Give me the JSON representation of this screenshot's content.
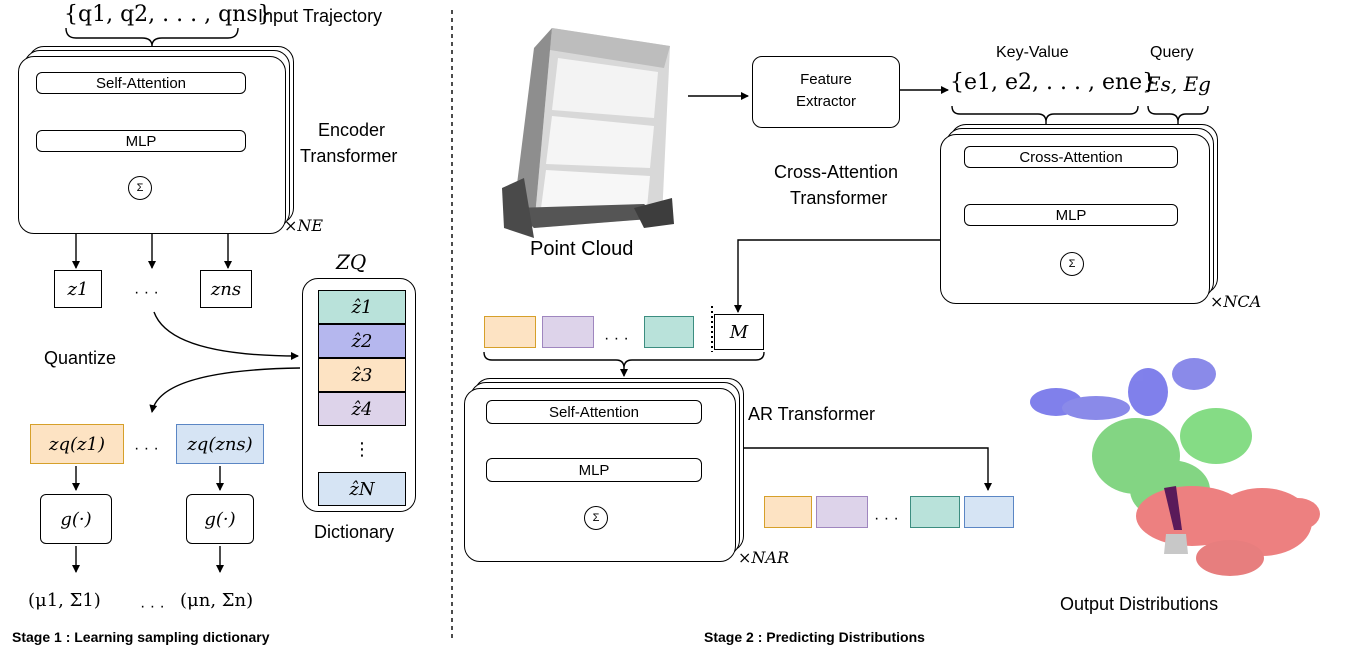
{
  "stage1": {
    "input_set": "{q1, q2, . . . , qns}",
    "input_label": "Input Trajectory",
    "encoder_label_1": "Encoder",
    "encoder_label_2": "Transformer",
    "self_attention": "Self-Attention",
    "mlp": "MLP",
    "sigma": "Σ",
    "repeat": "×NE",
    "z1": "z1",
    "zns": "zns",
    "ellipsis": "· · ·",
    "dict_title": "ZQ",
    "dict_entries": [
      "ẑ1",
      "ẑ2",
      "ẑ3",
      "ẑ4",
      "⋮",
      "ẑN"
    ],
    "dict_colors": [
      "#b9e2da",
      "#b5b7ee",
      "#fde3c3",
      "#ddd3ea",
      "#ffffff",
      "#d6e4f4"
    ],
    "dictionary_label": "Dictionary",
    "quantize_label": "Quantize",
    "zq_1": "zq(z1)",
    "zq_ns": "zq(zns)",
    "zq_colors": [
      "#fde3c3",
      "#d6e4f4"
    ],
    "g_label": "g(·)",
    "out_1": "(μ1, Σ1)",
    "out_n": "(μn, Σn)",
    "caption": "Stage 1 : Learning sampling dictionary"
  },
  "stage2": {
    "point_cloud_label": "Point Cloud",
    "feature_extractor_1": "Feature",
    "feature_extractor_2": "Extractor",
    "key_value_label": "Key-Value",
    "key_value_set": "{e1, e2, . . . , ene}",
    "query_label": "Query",
    "query_set": "Es, Eg",
    "cross_attention": "Cross-Attention",
    "ca_label_1": "Cross-Attention",
    "ca_label_2": "Transformer",
    "mlp": "MLP",
    "sigma": "Σ",
    "ca_repeat": "×NCA",
    "token_colors": [
      "#fde3c3",
      "#ddd3ea",
      "#b9e2da"
    ],
    "mask_token": "M",
    "ellipsis": "· · ·",
    "ar_label": "AR Transformer",
    "self_attention": "Self-Attention",
    "ar_repeat": "×NAR",
    "out_token_colors": [
      "#fde3c3",
      "#ddd3ea",
      "#b9e2da",
      "#d6e4f4"
    ],
    "output_label": "Output Distributions",
    "caption": "Stage 2 : Predicting Distributions"
  }
}
